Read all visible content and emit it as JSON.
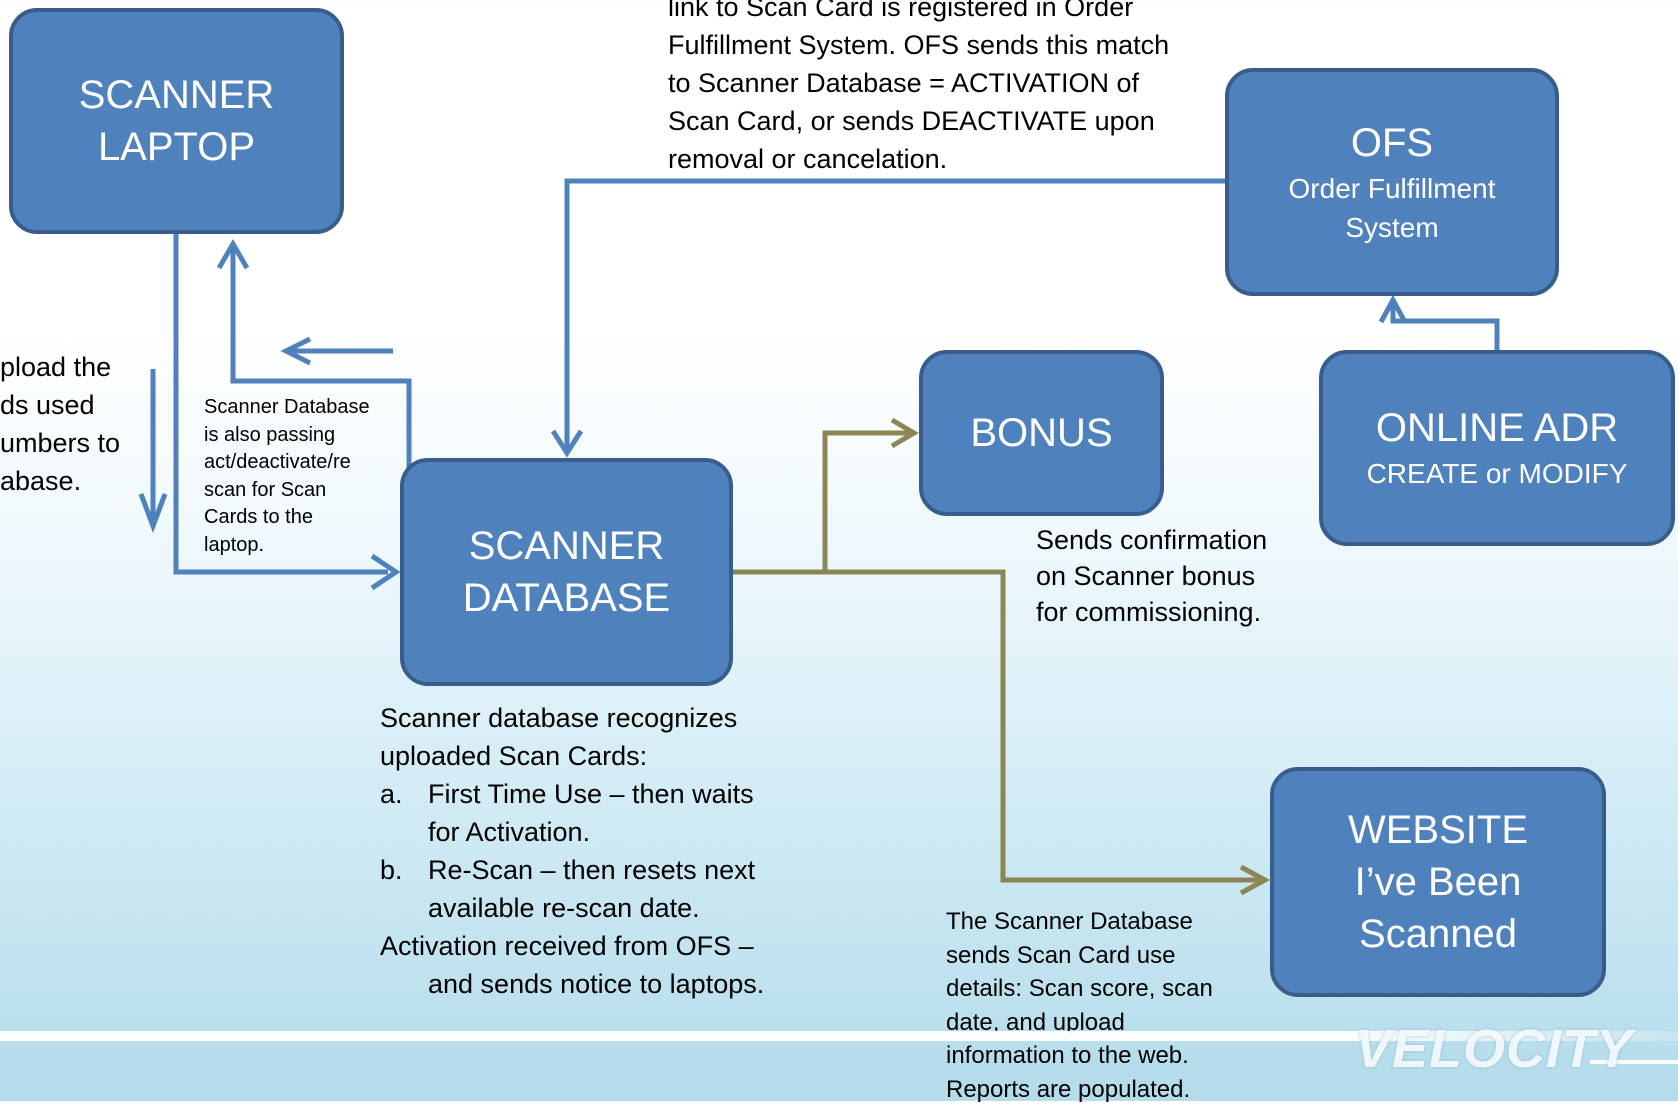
{
  "nodes": {
    "scanner_laptop": {
      "lines": [
        "SCANNER",
        "LAPTOP"
      ]
    },
    "scanner_database": {
      "lines": [
        "SCANNER",
        "DATABASE"
      ]
    },
    "ofs": {
      "title": "OFS",
      "sub": [
        "Order Fulfillment",
        "System"
      ]
    },
    "bonus": {
      "title": "BONUS"
    },
    "online_adr": {
      "title": "ONLINE ADR",
      "sub": "CREATE  or MODIFY"
    },
    "website": {
      "lines": [
        "WEBSITE",
        "I’ve Been",
        "Scanned"
      ]
    }
  },
  "notes": {
    "ofs_note": [
      "link to Scan Card is registered in Order",
      "Fulfillment System.  OFS sends this match",
      "to Scanner Database = ACTIVATION of",
      "Scan Card, or sends DEACTIVATE upon",
      "removal or cancelation."
    ],
    "upload_note": [
      "pload  the",
      "ds used",
      "umbers to",
      "abase."
    ],
    "passing_note": [
      "Scanner Database",
      "is also passing",
      "act/deactivate/re",
      "scan for Scan",
      "Cards to the",
      "laptop."
    ],
    "bonus_note": [
      "Sends confirmation",
      "on Scanner bonus",
      "for commissioning."
    ],
    "database_note": {
      "intro": [
        "Scanner database recognizes",
        "uploaded Scan Cards:"
      ],
      "item_a": {
        "label": "a.",
        "line1": "First Time Use – then waits",
        "line2": "for Activation."
      },
      "item_b": {
        "label": "b.",
        "line1": "Re-Scan – then resets next",
        "line2": "available re-scan date."
      },
      "activation": "Activation received from OFS –",
      "activation_cont": "and sends notice to laptops."
    },
    "website_note": [
      "The Scanner Database",
      "sends Scan Card use",
      "details:  Scan score, scan",
      "date, and upload",
      "information to the web.",
      "Reports are populated."
    ]
  },
  "footer": {
    "logo": "VELOCITY"
  },
  "colors": {
    "box_fill": "#4f81bd",
    "box_border": "#385d8a",
    "blue_line": "#4f81bd",
    "olive_line": "#8b8754"
  }
}
